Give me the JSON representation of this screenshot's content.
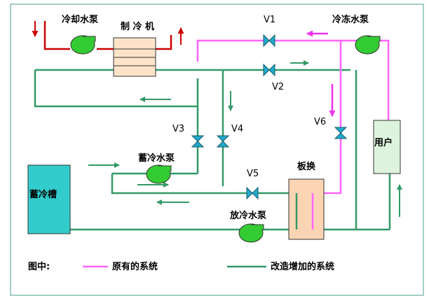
{
  "labels": {
    "cooling_pump": "冷却水泵",
    "chiller": "制 冷 机",
    "chilled_pump": "冷冻水泵",
    "storage_pump": "蓄冷水泵",
    "storage_tank": "蓄冷槽",
    "plate_hx": "板换",
    "user": "用户",
    "discharge_pump": "放冷水泵"
  },
  "valves": {
    "v1": "V1",
    "v2": "V2",
    "v3": "V3",
    "v4": "V4",
    "v5": "V5",
    "v6": "V6"
  },
  "legend": {
    "title": "图中:",
    "original": "原有的系统",
    "added": "改造增加的系统"
  },
  "colors": {
    "green_pipe": "#339966",
    "pink_pipe": "#ff66ff",
    "red_pipe": "#cc0000",
    "pump_fill": "#33cc33",
    "valve_fill": "#22aacc",
    "tank_fill": "#33cccc",
    "chiller_fill": "#fde4c8",
    "hx_fill": "#fbd4b4",
    "user_fill": "#ddf3dd",
    "frame": "#4a9c8c"
  }
}
